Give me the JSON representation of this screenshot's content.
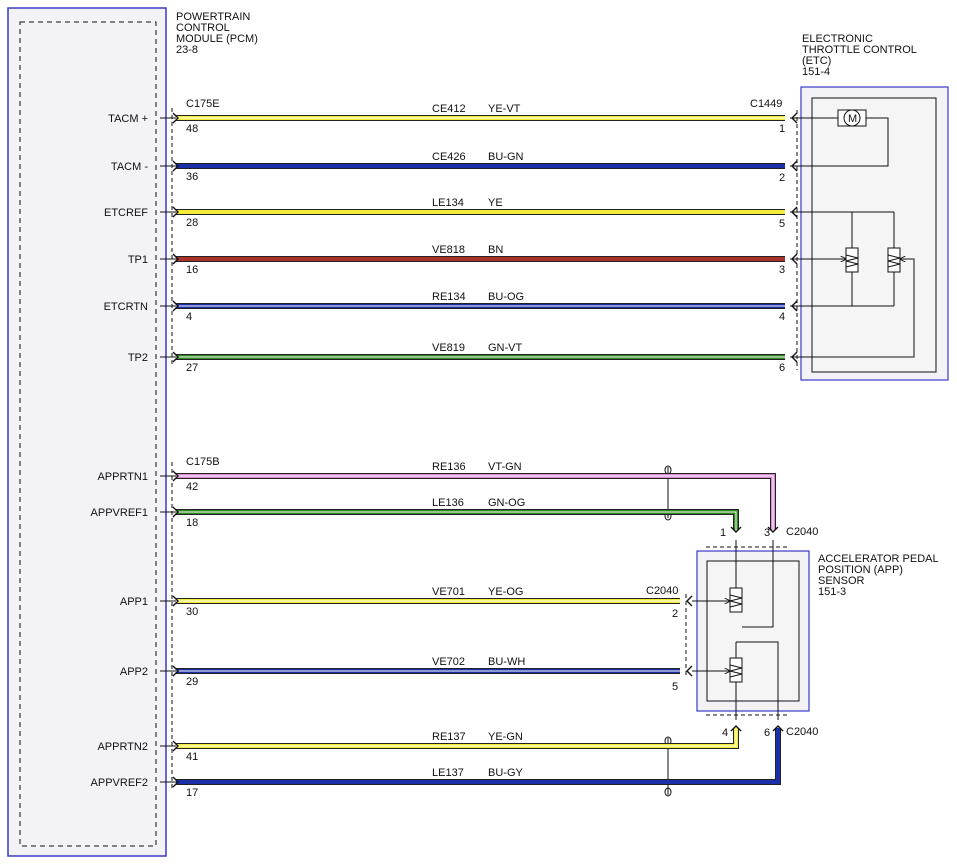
{
  "pcm": {
    "title_lines": [
      "POWERTRAIN",
      "CONTROL",
      "MODULE (PCM)",
      "23-8"
    ]
  },
  "etc": {
    "title_lines": [
      "ELECTRONIC",
      "THROTTLE CONTROL",
      "(ETC)",
      "151-4"
    ]
  },
  "app_sensor": {
    "title_lines": [
      "ACCELERATOR PEDAL",
      "POSITION (APP)",
      "SENSOR",
      "151-3"
    ]
  },
  "connectors": {
    "pcm_top": "C175E",
    "pcm_bottom": "C175B",
    "etc": "C1449",
    "app_top": "C2040",
    "app_mid": "C2040",
    "app_bottom": "C2040"
  },
  "motor_symbol": "M",
  "wires": [
    {
      "signal": "TACM +",
      "circuit": "CE412",
      "color_code": "YE-VT",
      "pcm_pin": "48",
      "far_pin": "1",
      "color": "#f2ec3a",
      "stripe": "#ffffff"
    },
    {
      "signal": "TACM -",
      "circuit": "CE426",
      "color_code": "BU-GN",
      "pcm_pin": "36",
      "far_pin": "2",
      "color": "#1b2fa8",
      "stripe": "#1b2fa8"
    },
    {
      "signal": "ETCREF",
      "circuit": "LE134",
      "color_code": "YE",
      "pcm_pin": "28",
      "far_pin": "5",
      "color": "#f2ec3a",
      "stripe": "#f2ec3a"
    },
    {
      "signal": "TP1",
      "circuit": "VE818",
      "color_code": "BN",
      "pcm_pin": "16",
      "far_pin": "3",
      "color": "#a8322a",
      "stripe": "#a8322a"
    },
    {
      "signal": "ETCRTN",
      "circuit": "RE134",
      "color_code": "BU-OG",
      "pcm_pin": "4",
      "far_pin": "4",
      "color": "#1b2fa8",
      "stripe": "#ffffff"
    },
    {
      "signal": "TP2",
      "circuit": "VE819",
      "color_code": "GN-VT",
      "pcm_pin": "27",
      "far_pin": "6",
      "color": "#2f8a1f",
      "stripe": "#ffffff"
    },
    {
      "signal": "APPRTN1",
      "circuit": "RE136",
      "color_code": "VT-GN",
      "pcm_pin": "42",
      "far_pin": "3",
      "color": "#d98bd6",
      "stripe": "#ffffff"
    },
    {
      "signal": "APPVREF1",
      "circuit": "LE136",
      "color_code": "GN-OG",
      "pcm_pin": "18",
      "far_pin": "1",
      "color": "#2f8a1f",
      "stripe": "#ffffff"
    },
    {
      "signal": "APP1",
      "circuit": "VE701",
      "color_code": "YE-OG",
      "pcm_pin": "30",
      "far_pin": "2",
      "color": "#f2ec3a",
      "stripe": "#ffffff"
    },
    {
      "signal": "APP2",
      "circuit": "VE702",
      "color_code": "BU-WH",
      "pcm_pin": "29",
      "far_pin": "5",
      "color": "#1b2fa8",
      "stripe": "#ffffff"
    },
    {
      "signal": "APPRTN2",
      "circuit": "RE137",
      "color_code": "YE-GN",
      "pcm_pin": "41",
      "far_pin": "4",
      "color": "#f2ec3a",
      "stripe": "#ffffff"
    },
    {
      "signal": "APPVREF2",
      "circuit": "LE137",
      "color_code": "BU-GY",
      "pcm_pin": "17",
      "far_pin": "6",
      "color": "#1b2fa8",
      "stripe": "#1b2fa8"
    }
  ]
}
